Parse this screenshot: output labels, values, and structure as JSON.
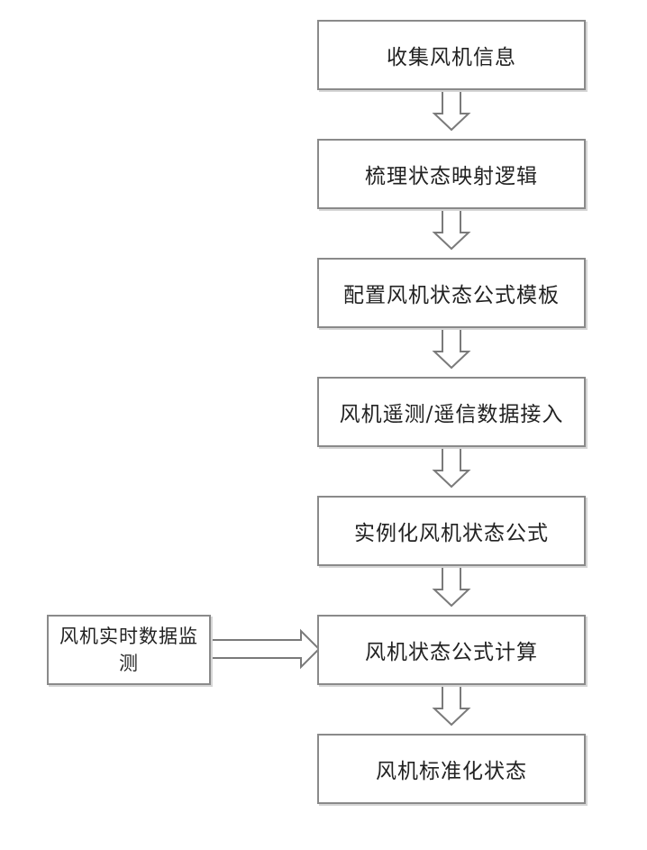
{
  "flowchart": {
    "steps": [
      "收集风机信息",
      "梳理状态映射逻辑",
      "配置风机状态公式模板",
      "风机遥测/遥信数据接入",
      "实例化风机状态公式",
      "风机状态公式计算",
      "风机标准化状态"
    ],
    "side_input": "风机实时数据监测"
  }
}
